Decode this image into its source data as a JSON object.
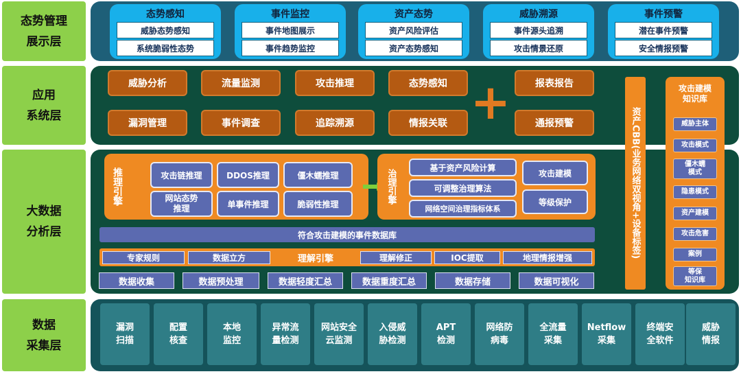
{
  "layers": [
    {
      "line1": "态势管理",
      "line2": "展示层"
    },
    {
      "line1": "应用",
      "line2": "系统层"
    },
    {
      "line1": "大数据",
      "line2": "分析层"
    },
    {
      "line1": "数据",
      "line2": "采集层"
    }
  ],
  "presentation": [
    {
      "title": "态势感知",
      "items": [
        "威胁态势感知",
        "系统脆弱性态势"
      ]
    },
    {
      "title": "事件监控",
      "items": [
        "事件地图展示",
        "事件趋势监控"
      ]
    },
    {
      "title": "资产态势",
      "items": [
        "资产风险评估",
        "资产态势感知"
      ]
    },
    {
      "title": "威胁溯源",
      "items": [
        "事件源头追溯",
        "攻击情景还原"
      ]
    },
    {
      "title": "事件预警",
      "items": [
        "潜在事件预警",
        "安全情报预警"
      ]
    }
  ],
  "apps": {
    "row1": [
      "威胁分析",
      "流量监测",
      "攻击推理",
      "态势感知"
    ],
    "row2": [
      "漏洞管理",
      "事件调查",
      "追踪溯源",
      "情报关联"
    ],
    "right": [
      "报表报告",
      "通报预警"
    ],
    "plus": "+"
  },
  "inference_engine": {
    "label": "推理引擎",
    "items": [
      "攻击链推理",
      "DDOS推理",
      "僵木蠕推理",
      "网站态势\n推理",
      "单事件推理",
      "脆弱性推理"
    ]
  },
  "governance_engine": {
    "label": "治理引擎",
    "items": [
      "基于资产风险计算",
      "可调整治理算法",
      "网络空间治理指标体系"
    ],
    "right_items": [
      "攻击建模",
      "等级保护"
    ]
  },
  "event_db": "符合攻击建模的事件数据库",
  "understanding_row": {
    "items_left": [
      "专家规则",
      "数据立方"
    ],
    "center": "理解引擎",
    "items_right": [
      "理解修正",
      "IOC提取",
      "地理情报增强"
    ]
  },
  "processing_row": [
    "数据收集",
    "数据预处理",
    "数据轻度汇总",
    "数据重度汇总",
    "数据存储",
    "数据可视化"
  ],
  "asset_cbb": "资产CBB(业务网络双视角+设备标签)",
  "knowledge_base": {
    "title": "攻击建模\n知识库",
    "items": [
      "威胁主体",
      "攻击模式",
      "僵木蠕\n模式",
      "隐患模式",
      "资产建模",
      "攻击危害",
      "案例",
      "等保\n知识库"
    ]
  },
  "collection": [
    "漏洞\n扫描",
    "配置\n核查",
    "本地\n监控",
    "异常流\n量检测",
    "网站安全\n云监测",
    "入侵威\n胁检测",
    "APT\n检测",
    "网络防\n病毒",
    "全流量\n采集",
    "Netflow\n采集",
    "终端安\n全软件",
    "威胁\n情报"
  ]
}
